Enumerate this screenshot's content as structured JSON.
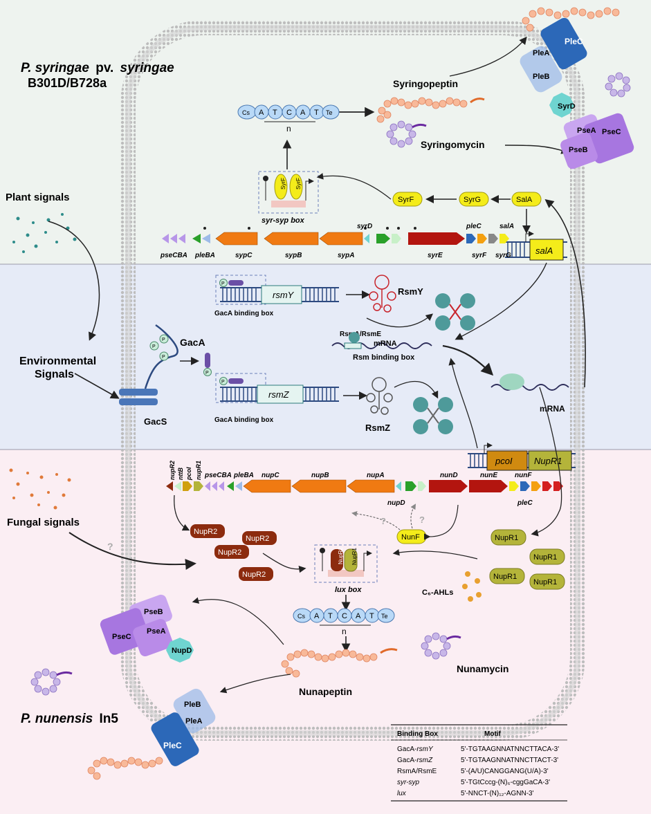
{
  "top_title": {
    "species": "P. syringae",
    "pv": "pv.",
    "pathovar": "syringae",
    "strain": "B301D/B728a"
  },
  "bottom_title": {
    "species": "P. nunensis",
    "strain": "In5"
  },
  "signals": {
    "plant": "Plant signals",
    "env_line1": "Environmental",
    "env_line2": "Signals",
    "fungal": "Fungal signals",
    "question": "?"
  },
  "products": {
    "syringopeptin": "Syringopeptin",
    "syringomycin": "Syringomycin",
    "nunapeptin": "Nunapeptin",
    "nunamycin": "Nunamycin"
  },
  "transporters": {
    "pleA": "PleA",
    "pleB": "PleB",
    "pleC": "PleC",
    "pseA": "PseA",
    "pseB": "PseB",
    "pseC": "PseC",
    "syrD": "SyrD",
    "nupD": "NupD"
  },
  "peptide_chain": {
    "start": "Cs",
    "letters": [
      "A",
      "T",
      "C",
      "A",
      "T"
    ],
    "end": "Te",
    "repeat": "n"
  },
  "regulators": {
    "syrF": "SyrF",
    "syrG": "SyrG",
    "salA": "SalA",
    "salA_gene": "salA",
    "gacA": "GacA",
    "gacS": "GacS",
    "p": "P",
    "nunF": "NunF",
    "nupR1": "NupR1",
    "nupR2": "NupR2",
    "pcoI": "pcoI",
    "ahl": "C₆-AHLs"
  },
  "boxes": {
    "syr_syp": "syr-syp box",
    "gacA_binding": "GacA binding box",
    "rsm_binding": "Rsm binding box",
    "lux": "lux box"
  },
  "rna": {
    "rsmY_gene": "rsmY",
    "rsmZ_gene": "rsmZ",
    "rsmY": "RsmY",
    "rsmZ": "RsmZ",
    "rsmAE": "RsmA/RsmE",
    "mrna": "mRNA"
  },
  "genes_top": [
    "pseCBA",
    "pleBA",
    "sypC",
    "sypB",
    "sypA",
    "syrD",
    "syrE",
    "pleC",
    "syrF",
    "salA",
    "syrG"
  ],
  "genes_bottom": [
    "nupR2",
    "nttB",
    "pcoI",
    "nupR1",
    "pseCBA",
    "pleBA",
    "nupC",
    "nupB",
    "nupA",
    "nupD",
    "nunD",
    "nunE",
    "nunF",
    "pleC"
  ],
  "motif_table": {
    "headers": [
      "Binding Box",
      "Motif"
    ],
    "rows": [
      {
        "box": "GacA-",
        "box_ital": "rsmY",
        "motif": "5'-TGTAAGNNATNNCTTACA-3'"
      },
      {
        "box": "GacA-",
        "box_ital": "rsmZ",
        "motif": "5'-TGTAAGNNATNNCTTACT-3'"
      },
      {
        "box": "RsmA/RsmE",
        "box_ital": "",
        "motif": "5'-(A/U)CANGGANG(U/A)-3'"
      },
      {
        "box": "",
        "box_ital": "syr-syp",
        "motif": "5'-TGtCccg-(N)₆-cggGaCA-3'"
      },
      {
        "box": "",
        "box_ital": "lux",
        "motif": "5'-NNCT-(N)₁₂-AGNN-3'"
      }
    ]
  },
  "colors": {
    "top_bg": "#eef3ef",
    "mid_bg": "#e6ebf7",
    "bottom_bg": "#fbeef3",
    "membrane": "#c9c9c9",
    "orange_gene": "#f07a12",
    "red_gene": "#b3150f",
    "yellow": "#f4ec1a",
    "nupR2": "#8c2b0e",
    "nupR1": "#b4b43a",
    "purple": "#a776e0",
    "blue_dark": "#2c68b8",
    "blue_light": "#9dbbe8",
    "teal": "#6fd4d0"
  }
}
